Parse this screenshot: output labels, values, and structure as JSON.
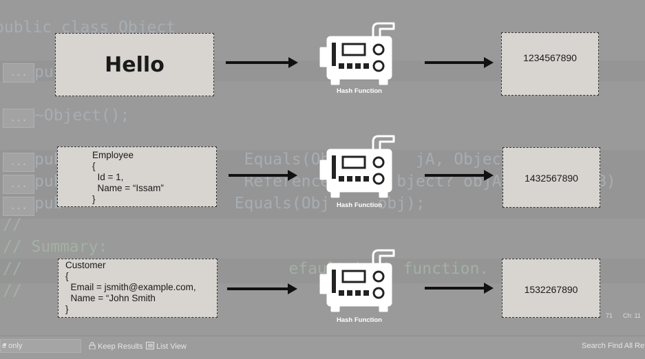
{
  "code_background": {
    "lines": [
      {
        "text": "public class Object",
        "type": "code"
      },
      {
        "text": "pub",
        "type": "code"
      },
      {
        "text": "~Object();",
        "type": "code"
      },
      {
        "text": "pub                   Equals(Obje       jA, Object?",
        "type": "code"
      },
      {
        "text": "pub                   ReferenceE      bject? objA,      objB)",
        "type": "code"
      },
      {
        "text": "pub                  Equals(Obj     obj);",
        "type": "code"
      },
      {
        "text": "//",
        "type": "comment"
      },
      {
        "text": "// Summary:",
        "type": "comment"
      },
      {
        "text": "//                            efault hash function.",
        "type": "comment"
      },
      {
        "text": "//",
        "type": "comment"
      }
    ],
    "gutter_label": "..."
  },
  "diagram": {
    "rows": [
      {
        "input_lines": [
          "Hello"
        ],
        "hash_label": "Hash Function",
        "output": "1234567890"
      },
      {
        "input_lines": [
          "Employee",
          "{",
          "  Id = 1,",
          "  Name = “Issam”",
          "}"
        ],
        "hash_label": "Hash Function",
        "output": "1432567890"
      },
      {
        "input_lines": [
          "Customer",
          "{",
          "  Email = jsmith@example.com,",
          "  Name = “John Smith",
          "}"
        ],
        "hash_label": "Hash Function",
        "output": "1532267890"
      }
    ],
    "colors": {
      "box_fill": "#d8d4cf",
      "arrow": "#111111",
      "machine": "#ffffff"
    }
  },
  "status": {
    "line_fragment": "71",
    "ch": "Ch: 11"
  },
  "bottom_bar": {
    "dropdown_value": "e only",
    "keep_results": "Keep Results",
    "list_view": "List View",
    "right_text": "Search Find All Refer"
  },
  "icons": [
    "lock-icon",
    "list-view-icon",
    "hash-machine-icon",
    "chevron-down-icon"
  ]
}
